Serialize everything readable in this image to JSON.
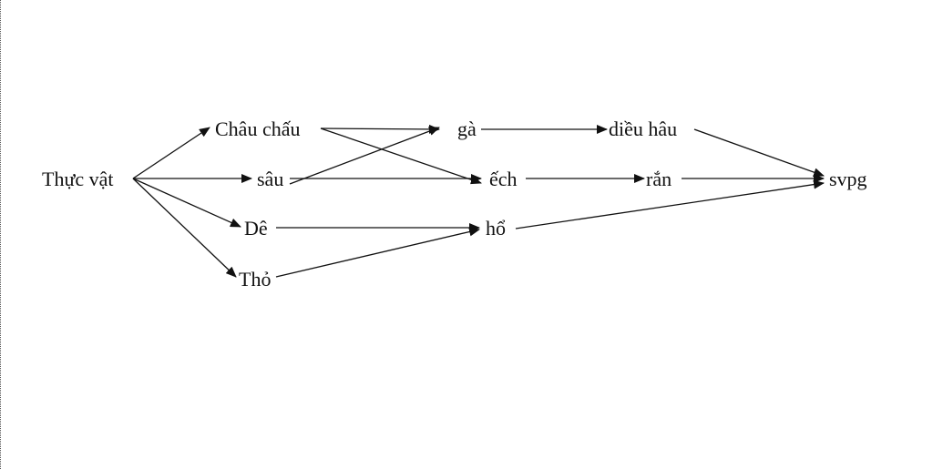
{
  "diagram": {
    "nodes": [
      {
        "id": "thuc-vat",
        "label": "Thực vật"
      },
      {
        "id": "chau-chau",
        "label": "Châu chấu"
      },
      {
        "id": "sau",
        "label": "sâu"
      },
      {
        "id": "de",
        "label": "Dê"
      },
      {
        "id": "tho",
        "label": "Thỏ"
      },
      {
        "id": "ga",
        "label": "gà"
      },
      {
        "id": "ech",
        "label": "ếch"
      },
      {
        "id": "ho",
        "label": "hổ"
      },
      {
        "id": "dieu-hau",
        "label": "diều hâu"
      },
      {
        "id": "ran",
        "label": "rắn"
      },
      {
        "id": "svpg",
        "label": "svpg"
      }
    ],
    "edges": [
      {
        "from": "thuc-vat",
        "to": "chau-chau"
      },
      {
        "from": "thuc-vat",
        "to": "sau"
      },
      {
        "from": "thuc-vat",
        "to": "de"
      },
      {
        "from": "thuc-vat",
        "to": "tho"
      },
      {
        "from": "chau-chau",
        "to": "ga"
      },
      {
        "from": "chau-chau",
        "to": "ech"
      },
      {
        "from": "sau",
        "to": "ga"
      },
      {
        "from": "sau",
        "to": "ech"
      },
      {
        "from": "de",
        "to": "ho"
      },
      {
        "from": "tho",
        "to": "ho"
      },
      {
        "from": "ga",
        "to": "dieu-hau"
      },
      {
        "from": "ech",
        "to": "ran"
      },
      {
        "from": "dieu-hau",
        "to": "svpg"
      },
      {
        "from": "ran",
        "to": "svpg"
      },
      {
        "from": "ho",
        "to": "svpg"
      }
    ]
  }
}
